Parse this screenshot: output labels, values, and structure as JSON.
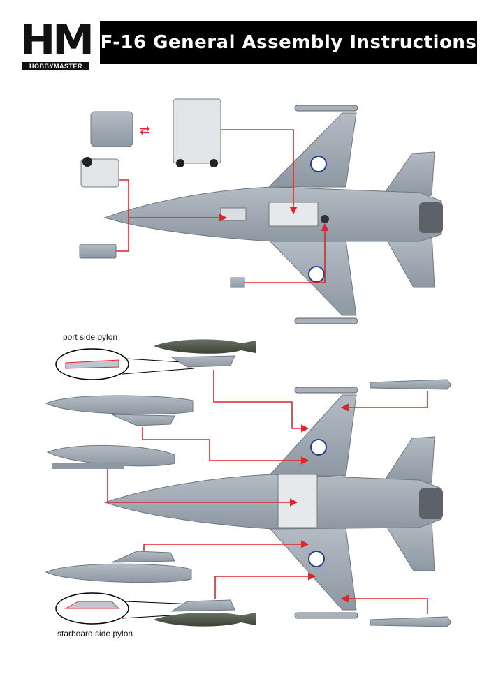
{
  "brand": {
    "logo_letters": "HM",
    "logo_name": "HOBBYMASTER"
  },
  "header": {
    "title": "F-16 General Assembly Instructions"
  },
  "callouts": {
    "port_pylon": "port side pylon",
    "starboard_pylon": "starboard side pylon"
  },
  "colors": {
    "aircraft_grey": "#9aa4ae",
    "arrow_red": "#e0242a",
    "bomb_green": "#4f5548"
  }
}
